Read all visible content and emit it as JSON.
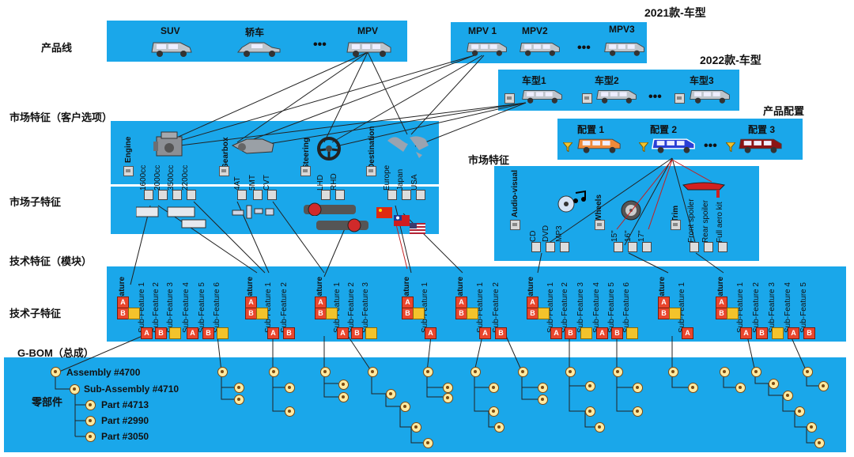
{
  "years": {
    "y2021": "2021款-车型",
    "y2022": "2022款-车型"
  },
  "rows": {
    "product_line": "产品线",
    "market_features": "市场特征（客户选项）",
    "market_sub_features": "市场子特征",
    "tech_features": "技术特征（模块）",
    "tech_sub_features": "技术子特征",
    "gbom": "G-BOM（总成）",
    "parts": "零部件"
  },
  "product_line": {
    "cars": [
      "SUV",
      "轿车",
      "MPV"
    ],
    "ellipsis": "•••"
  },
  "models_2021": {
    "cars": [
      "MPV 1",
      "MPV2",
      "MPV3"
    ],
    "ellipsis": "•••"
  },
  "models_2022": {
    "cars": [
      "车型1",
      "车型2",
      "车型3"
    ],
    "ellipsis": "•••"
  },
  "product_config": {
    "title": "产品配置",
    "configs": [
      "配置 1",
      "配置 2",
      "配置 3"
    ],
    "config_colors": [
      "#f08a3a",
      "#2a3fd6",
      "#8c1414"
    ],
    "ellipsis": "•••"
  },
  "market_features_groups": [
    {
      "name": "Engine",
      "options": [
        "1600cc",
        "2000cc",
        "3500cc",
        "2200cc"
      ]
    },
    {
      "name": "Gearbox",
      "options": [
        "4AT",
        "5MT",
        "CVT"
      ]
    },
    {
      "name": "Steering",
      "options": [
        "LHD",
        "RHD"
      ]
    },
    {
      "name": "Destination",
      "options": [
        "Europe",
        "Japan",
        "USA"
      ]
    }
  ],
  "market_features_right": {
    "title": "市场特征",
    "groups": [
      {
        "name": "Audio-visual",
        "options": [
          "CD",
          "DVD",
          "MP3"
        ]
      },
      {
        "name": "Wheels",
        "options": [
          "15\"",
          "16\"",
          "17\""
        ]
      },
      {
        "name": "Trim",
        "options": [
          "Front spoiler",
          "Rear spoiler",
          "Full aero kit"
        ]
      }
    ]
  },
  "tech_features": {
    "feature_label": "Feature",
    "groups": [
      {
        "subs": [
          "Sub-Feature 1",
          "Sub-Feature 2",
          "Sub-Feature 3",
          "Sub-Feature 4",
          "Sub-Feature 5",
          "Sub-Feature 6"
        ]
      },
      {
        "subs": [
          "Sub-Feature 1",
          "Sub-Feature 2"
        ]
      },
      {
        "subs": [
          "Sub-Feature 1",
          "Sub-Feature 2",
          "Sub-Feature 3"
        ]
      },
      {
        "subs": [
          "Sub-Feature 1"
        ]
      },
      {
        "subs": [
          "Sub-Feature 1",
          "Sub-Feature 2"
        ]
      },
      {
        "subs": [
          "Sub-Feature 1",
          "Sub-Feature 2",
          "Sub-Feature 3",
          "Sub-Feature 4",
          "Sub-Feature 5",
          "Sub-Feature 6"
        ]
      },
      {
        "subs": [
          "Sub-Feature 1"
        ]
      },
      {
        "subs": [
          "Sub-Feature 1",
          "Sub-Feature 2",
          "Sub-Feature 3",
          "Sub-Feature 4",
          "Sub-Feature 5"
        ]
      }
    ],
    "badge_a": "A",
    "badge_b": "B"
  },
  "gbom_items": {
    "assembly": "Assembly #4700",
    "sub_assembly": "Sub-Assembly #4710",
    "parts": [
      "Part #4713",
      "Part #2990",
      "Part #3050"
    ]
  },
  "colors": {
    "band": "#1aa7ea",
    "line": "#222222"
  }
}
